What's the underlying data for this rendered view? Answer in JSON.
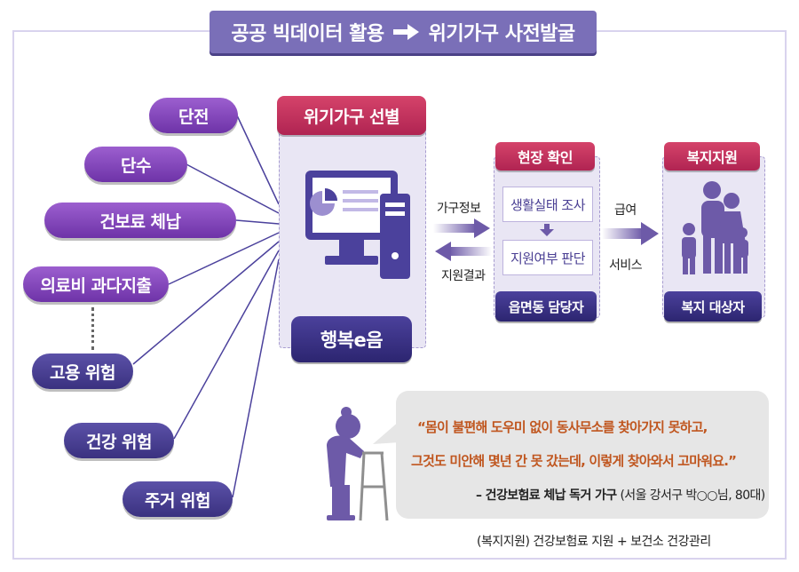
{
  "title": {
    "left": "공공 빅데이터 활용",
    "right": "위기가구 사전발굴"
  },
  "indicators": [
    "단전",
    "단수",
    "건보료 체납",
    "의료비 과다지출",
    "고용 위험",
    "건강 위험",
    "주거 위험"
  ],
  "selection": {
    "header": "위기가구 선별",
    "system": "행복e음"
  },
  "flow": {
    "household_info": "가구정보",
    "support_result": "지원결과",
    "benefit": "급여",
    "service": "서비스"
  },
  "field_check": {
    "header": "현장 확인",
    "step1": "생활실태 조사",
    "step2": "지원여부 판단",
    "officer": "읍면동 담당자"
  },
  "welfare": {
    "header": "복지지원",
    "target": "복지 대상자"
  },
  "testimonial": {
    "line1": "“몸이 불편해 도우미 없이 동사무소를 찾아가지 못하고,",
    "line2": "그것도 미안해 몇년 간 못 갔는데, 이렇게 찾아와서 고마워요.”",
    "source_bold": "– 건강보험료 체납 독거 가구",
    "source_detail": "(서울 강서구 박○○님, 80대)"
  },
  "footer": "(복지지원) 건강보험료 지원 + 보건소 건강관리",
  "colors": {
    "banner": "#7a6fb8",
    "pill_purple": "#8a4cc2",
    "pill_navy": "#4b419c",
    "header_red": "#c2315e",
    "panel": "#e9e6f4",
    "quote": "#c0561f",
    "figure": "#6d5aa8"
  }
}
